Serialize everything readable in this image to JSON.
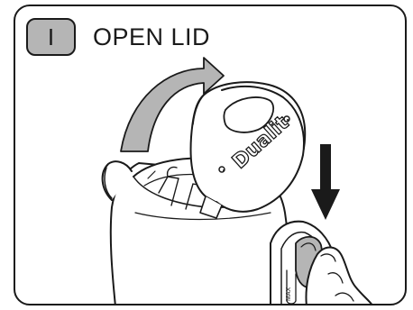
{
  "step": {
    "number": "I",
    "title": "OPEN LID"
  },
  "illustration": {
    "brand_logo": "Dualit",
    "water_mark": "MAX",
    "icons": [
      "rotate-arrow-icon",
      "down-arrow-icon"
    ],
    "colors": {
      "outline": "#1a1a1a",
      "step_box_fill": "#b5b5b5",
      "arrow_fill": "#b5b5b5",
      "background": "#ffffff"
    }
  }
}
